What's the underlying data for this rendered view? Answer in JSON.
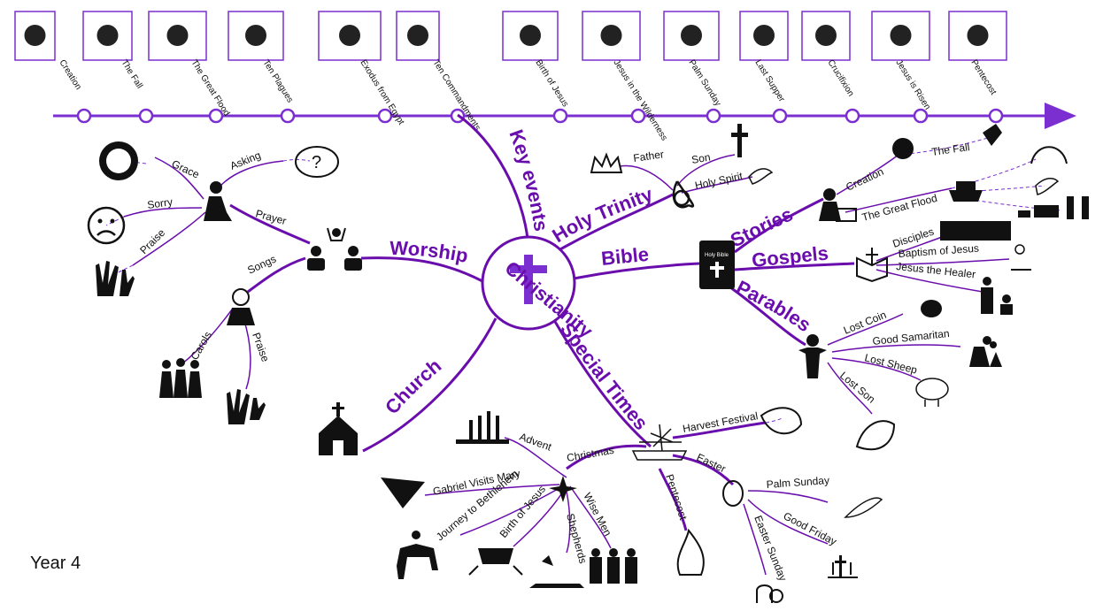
{
  "center": "Christianity",
  "year": "Year 4",
  "timeline": [
    "Creation",
    "The Fall",
    "The Great Flood",
    "Ten Plagues",
    "Exodus from Egypt",
    "Ten Commandments",
    "Birth of Jesus",
    "Jesus in the Wilderness",
    "Palm Sunday",
    "Last Supper",
    "Crucifixion",
    "Jesus is Risen",
    "Pentecost"
  ],
  "branches": {
    "key_events": "Key events",
    "holy_trinity": "Holy Trinity",
    "bible": "Bible",
    "stories": "Stories",
    "gospels": "Gospels",
    "parables": "Parables",
    "worship": "Worship",
    "church": "Church",
    "special_times": "Special Times"
  },
  "trinity": [
    "Father",
    "Son",
    "Holy Spirit"
  ],
  "stories": [
    "Creation",
    "The Fall",
    "The Great Flood"
  ],
  "gospels": [
    "Disciples",
    "Baptism of Jesus",
    "Jesus the Healer"
  ],
  "parables": [
    "Lost Coin",
    "Good Samaritan",
    "Lost Sheep",
    "Lost Son"
  ],
  "worship": {
    "prayer": "Prayer",
    "songs": "Songs",
    "prayer_types": [
      "Grace",
      "Asking",
      "Sorry",
      "Praise"
    ],
    "song_types": [
      "Carols",
      "Praise"
    ]
  },
  "special": {
    "harvest": "Harvest Festival",
    "easter": "Easter",
    "pentecost": "Pentecost",
    "christmas": "Christmas",
    "christmas_items": [
      "Advent",
      "Gabriel Visits Mary",
      "Journey to Bethlehem",
      "Birth of Jesus",
      "Shepherds",
      "Wise Men"
    ],
    "easter_items": [
      "Palm Sunday",
      "Good Friday",
      "Easter Sunday"
    ]
  },
  "bible_book": "Holy Bible",
  "colors": {
    "accent": "#6a0dad",
    "line": "#7b2fd0"
  }
}
